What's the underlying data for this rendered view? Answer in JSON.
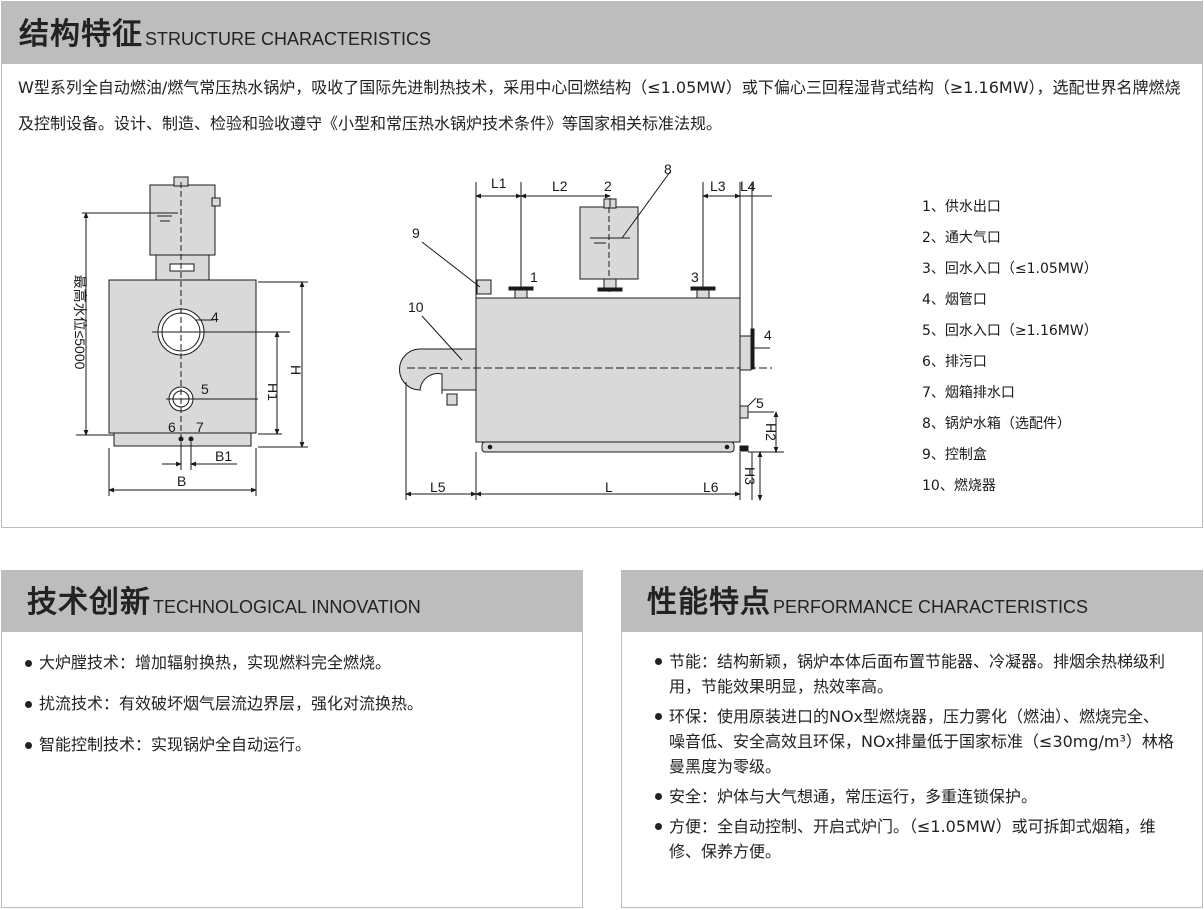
{
  "structure": {
    "title_cn": "结构特征",
    "title_en": "STRUCTURE CHARACTERISTICS",
    "intro": "W型系列全自动燃油/燃气常压热水锅炉，吸收了国际先进制热技术，采用中心回燃结构（≤1.05MW）或下偏心三回程湿背式结构（≥1.16MW），选配世界名牌燃烧及控制设备。设计、制造、检验和验收遵守《小型和常压热水锅炉技术条件》等国家相关标准法规。",
    "diagram": {
      "side_labels": {
        "max_water": "最高水位≤5000",
        "n4": "4",
        "n5": "5",
        "n6": "6",
        "n7": "7",
        "H1": "H1",
        "H": "H",
        "B1": "B1",
        "B": "B"
      },
      "front_labels": {
        "L1": "L1",
        "L2": "L2",
        "L3": "L3",
        "L4": "L4",
        "L5": "L5",
        "L": "L",
        "L6": "L6",
        "H2": "H2",
        "H3": "H3",
        "n1": "1",
        "n2": "2",
        "n3": "3",
        "n4": "4",
        "n5": "5",
        "n8": "8",
        "n9": "9",
        "n10": "10"
      }
    },
    "legend": [
      "1、供水出口",
      "2、通大气口",
      "3、回水入口（≤1.05MW）",
      "4、烟管口",
      "5、回水入口（≥1.16MW）",
      "6、排污口",
      "7、烟箱排水口",
      "8、锅炉水箱（选配件）",
      "9、控制盒",
      "10、燃烧器"
    ]
  },
  "tech": {
    "title_cn": "技术创新",
    "title_en": "TECHNOLOGICAL INNOVATION",
    "items": [
      "大炉膛技术：增加辐射换热，实现燃料完全燃烧。",
      "扰流技术：有效破坏烟气层流边界层，强化对流换热。",
      "智能控制技术：实现锅炉全自动运行。"
    ]
  },
  "perf": {
    "title_cn": "性能特点",
    "title_en": "PERFORMANCE CHARACTERISTICS",
    "items": [
      "节能：结构新颖，锅炉本体后面布置节能器、冷凝器。排烟余热梯级利用，节能效果明显，热效率高。",
      "环保：使用原装进口的NOx型燃烧器，压力雾化（燃油）、燃烧完全、噪音低、安全高效且环保，NOx排量低于国家标准（≤30mg/m³）林格曼黑度为零级。",
      "安全：炉体与大气想通，常压运行，多重连锁保护。",
      "方便：全自动控制、开启式炉门。（≤1.05MW）或可拆卸式烟箱，维修、保养方便。"
    ]
  },
  "colors": {
    "header_bg": "#bdbdbd",
    "border": "#bdbdbd",
    "boiler_fill": "#d9d9d9",
    "line": "#1a1a1a"
  }
}
